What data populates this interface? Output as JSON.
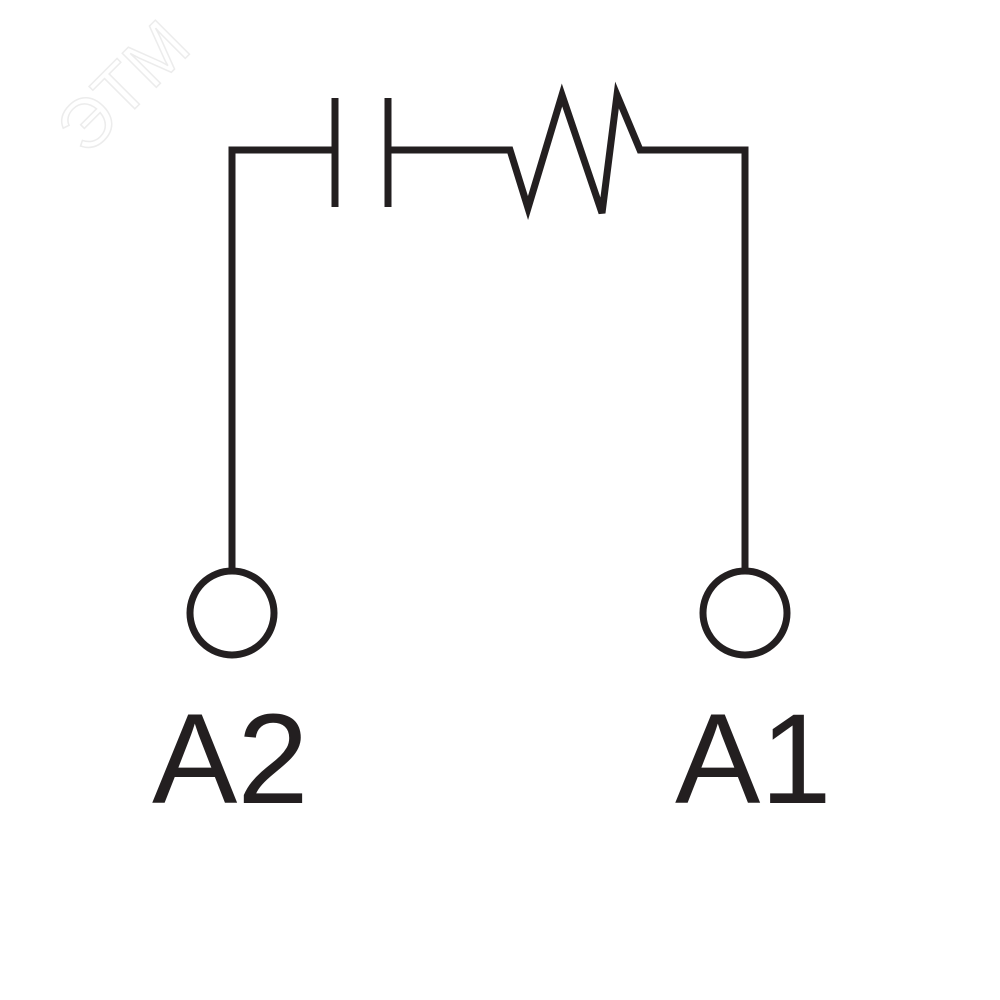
{
  "watermark": "ЭТМ",
  "colors": {
    "line": "#231f20",
    "background": "#ffffff"
  },
  "components": [
    "capacitor",
    "resistor"
  ],
  "terminals": [
    {
      "label": "A2"
    },
    {
      "label": "A1"
    }
  ]
}
